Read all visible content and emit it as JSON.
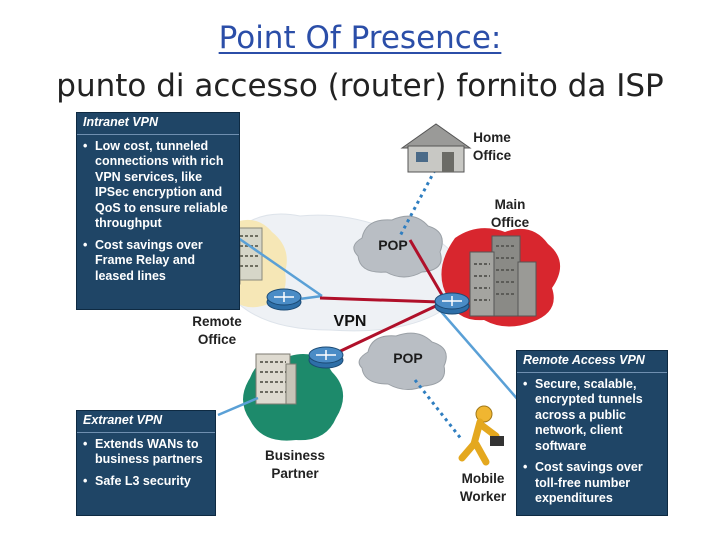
{
  "title": {
    "line1": "Point Of Presence: ",
    "line2": "punto di accesso (router) fornito da ISP"
  },
  "diagram": {
    "pop_top": "POP",
    "pop_bottom": "POP",
    "vpn_label": "VPN",
    "home_office": "Home\nOffice",
    "main_office": "Main\nOffice",
    "remote_office": "Remote\nOffice",
    "business_partner": "Business\nPartner",
    "mobile_worker": "Mobile\nWorker"
  },
  "panels": {
    "intranet": {
      "header": "Intranet VPN",
      "bullets": [
        "Low cost, tunneled connections with rich VPN services, like IPSec encryption and QoS to ensure reliable throughput",
        "Cost savings over Frame Relay and leased lines"
      ]
    },
    "extranet": {
      "header": "Extranet VPN",
      "bullets": [
        "Extends WANs to business partners",
        "Safe L3 security"
      ]
    },
    "remote_access": {
      "header": "Remote Access VPN",
      "bullets": [
        "Secure, scalable, encrypted tunnels across a public network, client software",
        "Cost savings over toll-free number expenditures"
      ]
    }
  },
  "colors": {
    "title_link": "#2b4ea8",
    "panel_bg": "#1f4566",
    "vpn_line": "#b0102a",
    "access_line": "#5aa0d6"
  }
}
